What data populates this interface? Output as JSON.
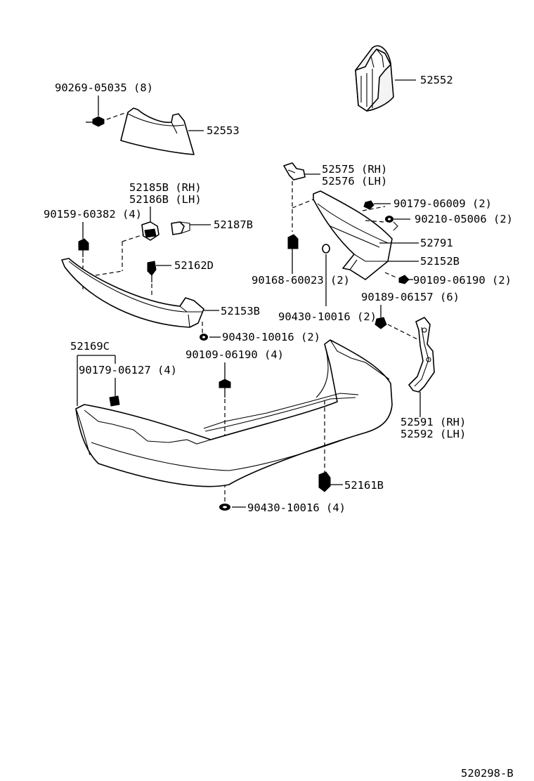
{
  "labels": {
    "p52552": "52552",
    "p90269": "90269-05035 (8)",
    "p52553": "52553",
    "p52575": "52575 (RH)",
    "p52576": "52576 (LH)",
    "p52185": "52185B (RH)",
    "p52186": "52186B (LH)",
    "p90179a": "90179-06009 (2)",
    "p90159": "90159-60382 (4)",
    "p90210": "90210-05006 (2)",
    "p52187": "52187B",
    "p52791": "52791",
    "p52162": "52162D",
    "p52152": "52152B",
    "p90168": "90168-60023 (2)",
    "p90109a": "90109-06190 (2)",
    "p90189": "90189-06157 (6)",
    "p52153": "52153B",
    "p90430a": "90430-10016 (2)",
    "p90430b": "90430-10016 (2)",
    "p52169": "52169C",
    "p90109b": "90109-06190 (4)",
    "p90179b": "90179-06127 (4)",
    "p52591": "52591 (RH)",
    "p52592": "52592 (LH)",
    "p52161": "52161B",
    "p90430c": "90430-10016 (4)",
    "diagram_id": "520298-B"
  }
}
